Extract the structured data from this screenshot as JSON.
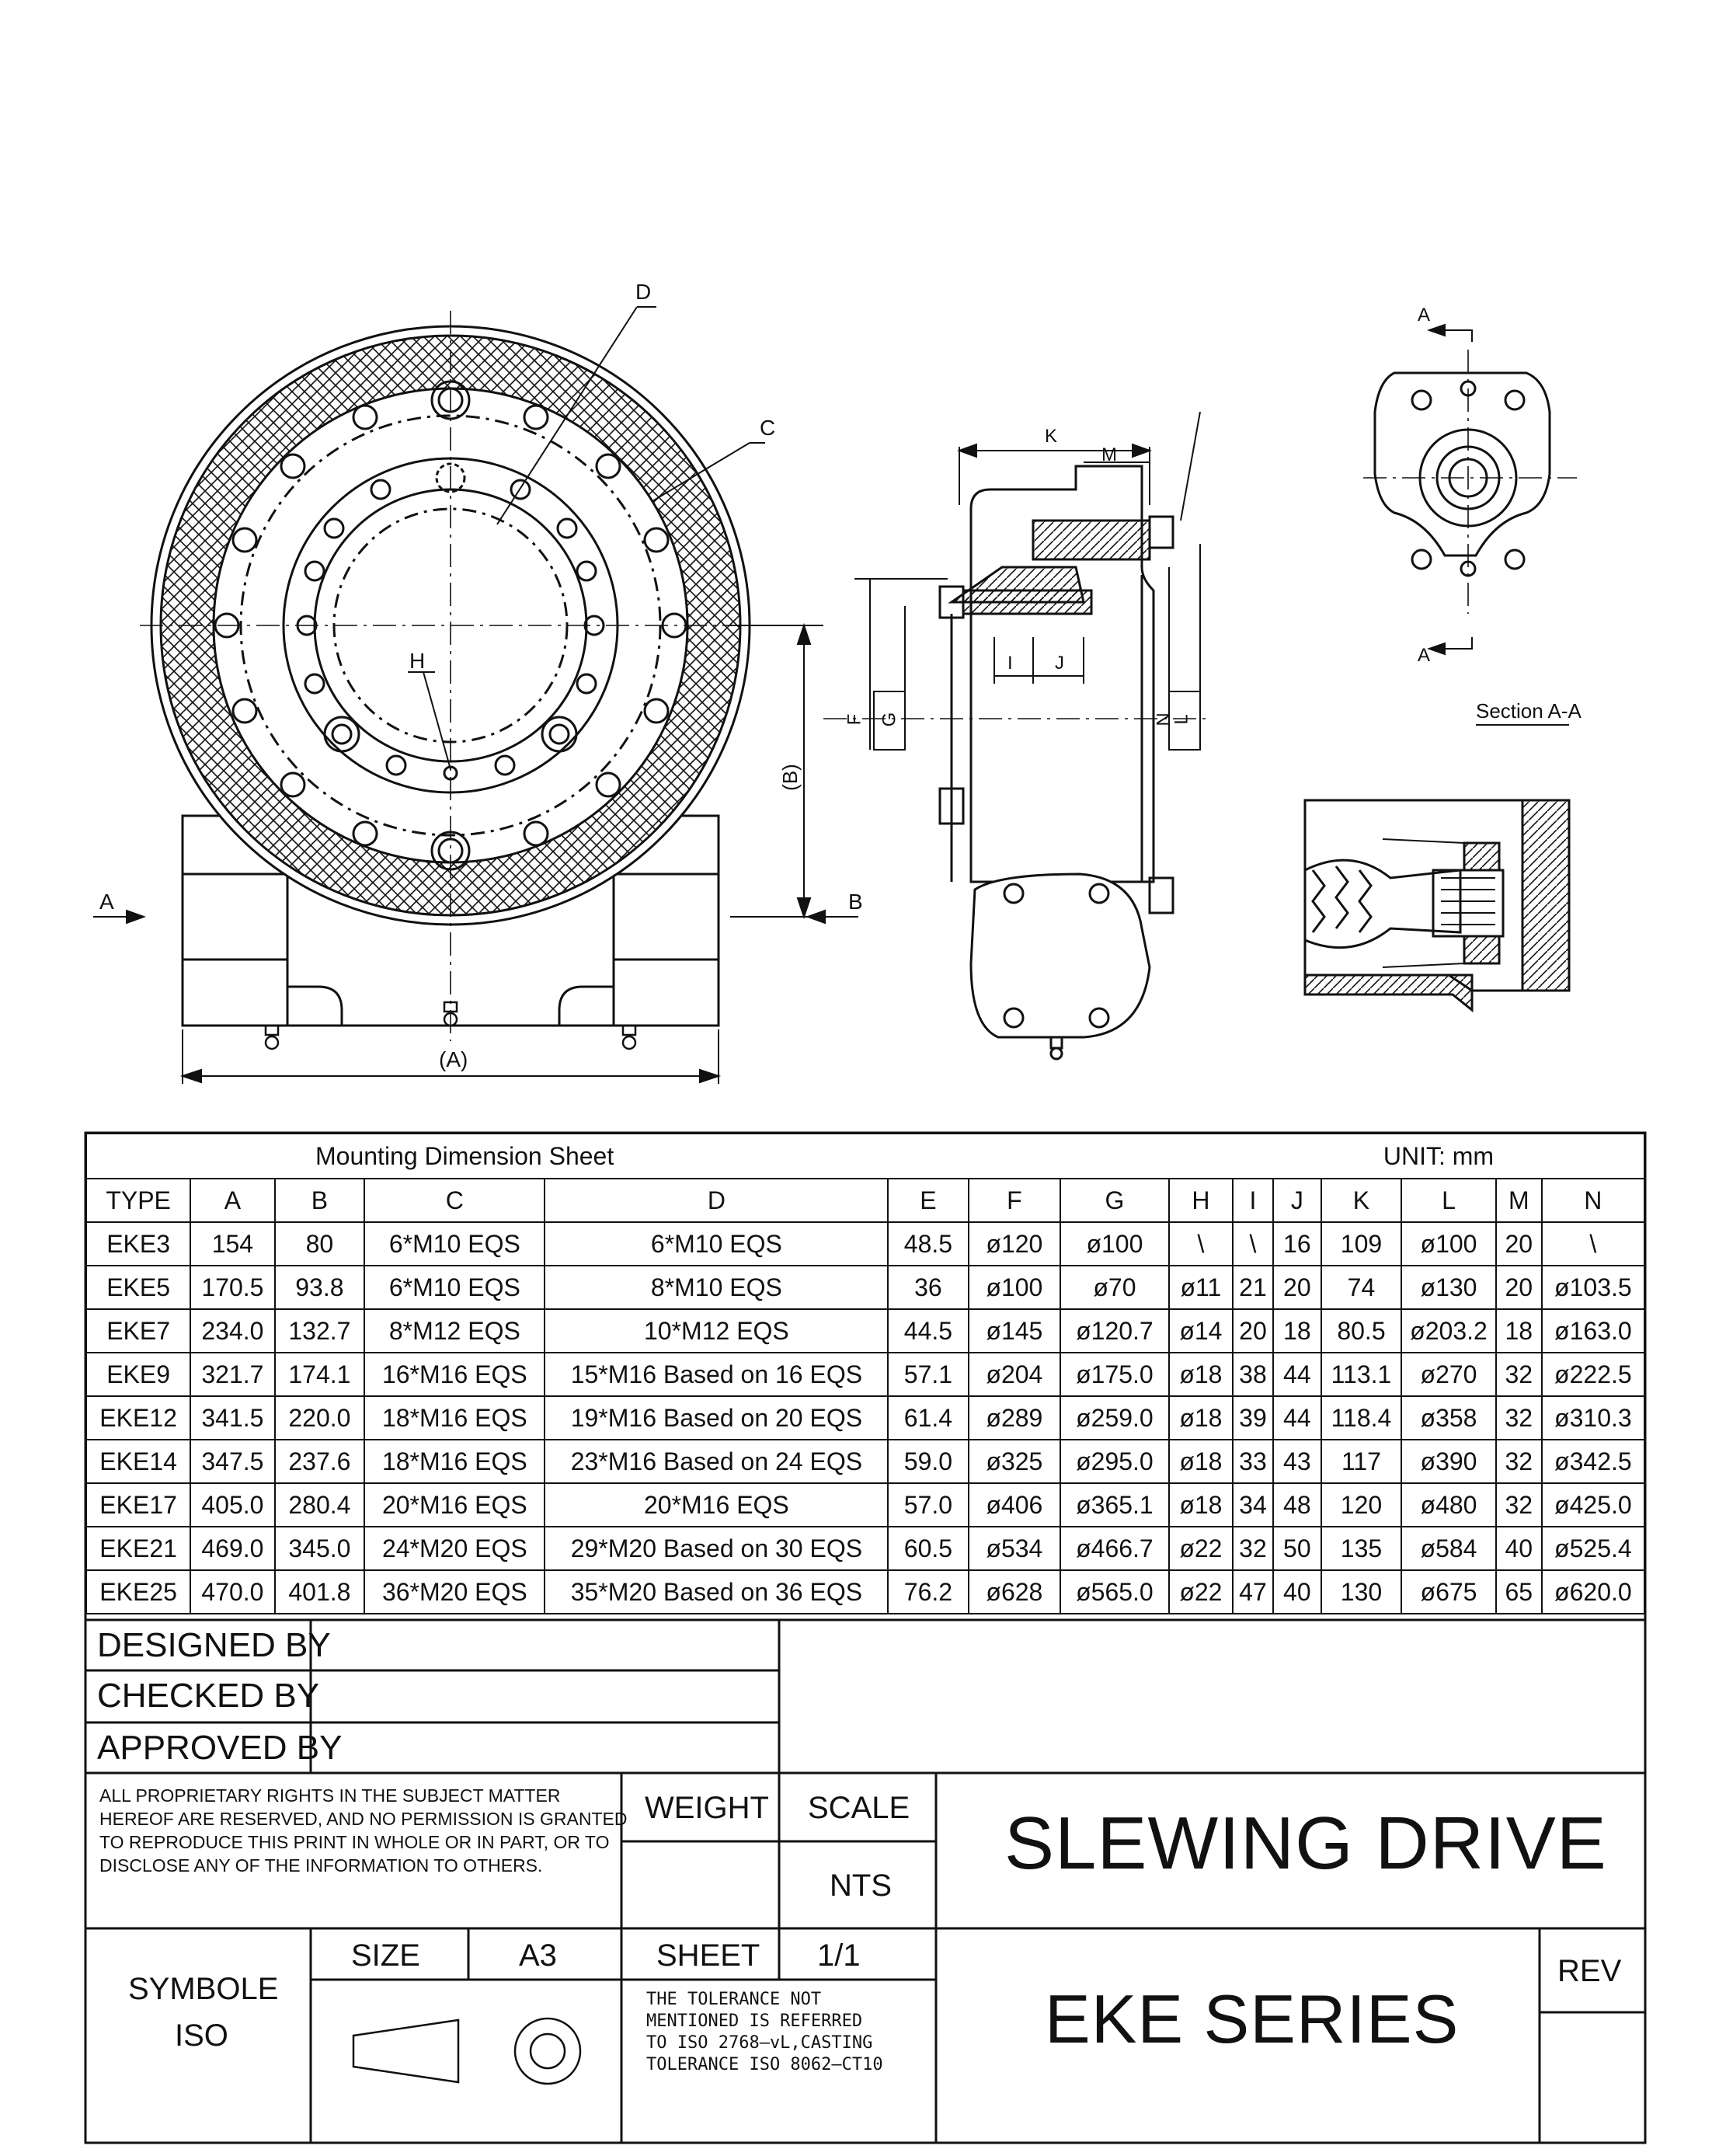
{
  "drawing": {
    "front_view_labels": {
      "d": "D",
      "c": "C",
      "h": "H",
      "b_dim": "(B)",
      "a_dim": "(A)",
      "a_arrow": "A",
      "b_arrow": "B"
    },
    "side_view_labels": {
      "k": "K",
      "m": "M",
      "f": "F",
      "g": "G",
      "i": "I",
      "j": "J",
      "n": "N",
      "l": "L"
    },
    "section_view_labels": {
      "a_top": "A",
      "a_bottom": "A",
      "section_title": "Section A-A"
    }
  },
  "table": {
    "title": "Mounting Dimension Sheet",
    "unit": "UNIT:  mm",
    "headers": [
      "TYPE",
      "A",
      "B",
      "C",
      "D",
      "E",
      "F",
      "G",
      "H",
      "I",
      "J",
      "K",
      "L",
      "M",
      "N"
    ],
    "rows": [
      [
        "EKE3",
        "154",
        "80",
        "6*M10 EQS",
        "6*M10 EQS",
        "48.5",
        "ø120",
        "ø100",
        "\\",
        "\\",
        "16",
        "109",
        "ø100",
        "20",
        "\\"
      ],
      [
        "EKE5",
        "170.5",
        "93.8",
        "6*M10 EQS",
        "8*M10 EQS",
        "36",
        "ø100",
        "ø70",
        "ø11",
        "21",
        "20",
        "74",
        "ø130",
        "20",
        "ø103.5"
      ],
      [
        "EKE7",
        "234.0",
        "132.7",
        "8*M12 EQS",
        "10*M12 EQS",
        "44.5",
        "ø145",
        "ø120.7",
        "ø14",
        "20",
        "18",
        "80.5",
        "ø203.2",
        "18",
        "ø163.0"
      ],
      [
        "EKE9",
        "321.7",
        "174.1",
        "16*M16 EQS",
        "15*M16 Based on 16 EQS",
        "57.1",
        "ø204",
        "ø175.0",
        "ø18",
        "38",
        "44",
        "113.1",
        "ø270",
        "32",
        "ø222.5"
      ],
      [
        "EKE12",
        "341.5",
        "220.0",
        "18*M16 EQS",
        "19*M16 Based on 20 EQS",
        "61.4",
        "ø289",
        "ø259.0",
        "ø18",
        "39",
        "44",
        "118.4",
        "ø358",
        "32",
        "ø310.3"
      ],
      [
        "EKE14",
        "347.5",
        "237.6",
        "18*M16 EQS",
        "23*M16 Based on 24 EQS",
        "59.0",
        "ø325",
        "ø295.0",
        "ø18",
        "33",
        "43",
        "117",
        "ø390",
        "32",
        "ø342.5"
      ],
      [
        "EKE17",
        "405.0",
        "280.4",
        "20*M16 EQS",
        "20*M16 EQS",
        "57.0",
        "ø406",
        "ø365.1",
        "ø18",
        "34",
        "48",
        "120",
        "ø480",
        "32",
        "ø425.0"
      ],
      [
        "EKE21",
        "469.0",
        "345.0",
        "24*M20 EQS",
        "29*M20 Based on 30 EQS",
        "60.5",
        "ø534",
        "ø466.7",
        "ø22",
        "32",
        "50",
        "135",
        "ø584",
        "40",
        "ø525.4"
      ],
      [
        "EKE25",
        "470.0",
        "401.8",
        "36*M20 EQS",
        "35*M20 Based on 36 EQS",
        "76.2",
        "ø628",
        "ø565.0",
        "ø22",
        "47",
        "40",
        "130",
        "ø675",
        "65",
        "ø620.0"
      ]
    ]
  },
  "title_block": {
    "designed_by": "DESIGNED BY",
    "checked_by": "CHECKED BY",
    "approved_by": "APPROVED BY",
    "rights_notice": [
      "ALL PROPRIETARY RIGHTS IN THE SUBJECT MATTER",
      "HEREOF ARE RESERVED, AND NO PERMISSION IS GRANTED",
      "TO REPRODUCE THIS PRINT IN WHOLE OR IN PART, OR TO",
      "DISCLOSE ANY OF THE INFORMATION TO OTHERS."
    ],
    "weight_label": "WEIGHT",
    "scale_label": "SCALE",
    "scale_value": "NTS",
    "product_title": "SLEWING DRIVE",
    "symbole": "SYMBOLE",
    "iso": "ISO",
    "size_label": "SIZE",
    "size_value": "A3",
    "sheet_label": "SHEET",
    "sheet_value": "1/1",
    "tolerance_note": [
      "THE  TOLERANCE  NOT",
      "MENTIONED  IS  REFERRED",
      "TO  ISO  2768–vL,CASTING",
      "TOLERANCE  ISO  8062–CT10"
    ],
    "series": "EKE SERIES",
    "rev_label": "REV"
  }
}
